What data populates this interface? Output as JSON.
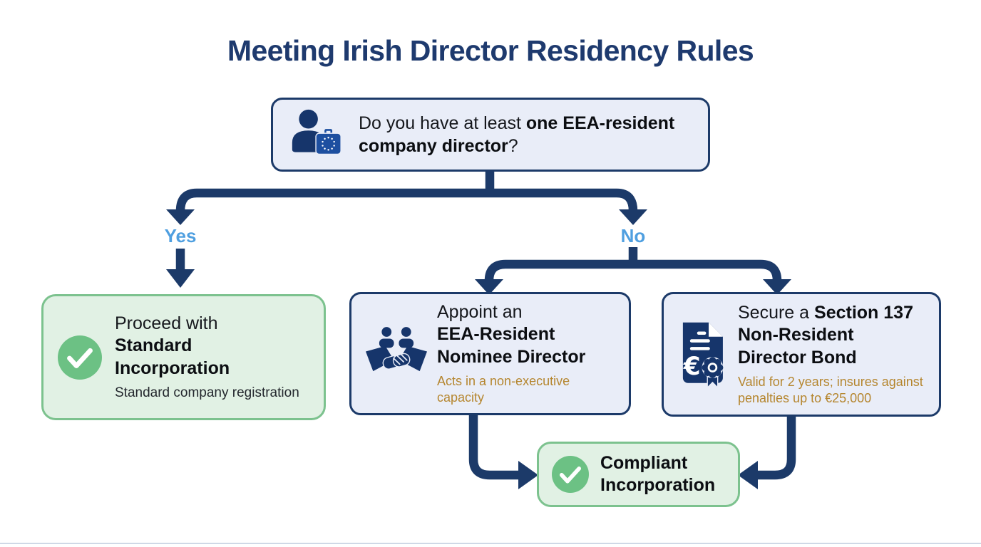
{
  "colors": {
    "navy": "#1c3a69",
    "title": "#1e3a6e",
    "branch_blue": "#4f9fe0",
    "amber": "#b5862f",
    "green": "#6cc184",
    "green_border": "#7cc28e",
    "green_bg": "#e1f1e4",
    "panel_bg": "#e9edf8",
    "panel_border": "#1c3a69",
    "bottom_line": "#cfd8e6"
  },
  "title": "Meeting Irish Director Residency Rules",
  "question": {
    "icon": "person-eu-briefcase-icon",
    "prefix": "Do you have at least ",
    "bold": "one EEA-resident\ncompany director",
    "suffix": "?"
  },
  "branches": {
    "yes": "Yes",
    "no": "No"
  },
  "cards": {
    "standard": {
      "icon": "check-circle-icon",
      "prefix": "Proceed with",
      "bold": "\nStandard\nIncorporation",
      "note": "Standard company registration"
    },
    "nominee": {
      "icon": "handshake-icon",
      "prefix": "Appoint an",
      "bold": "\nEEA-Resident\nNominee Director",
      "note": "Acts in a non-executive\ncapacity"
    },
    "bond": {
      "icon": "bond-document-icon",
      "prefix": "Secure a ",
      "bold": "Section 137\nNon-Resident\nDirector Bond",
      "note": "Valid for 2 years; insures against\npenalties up to €25,000"
    },
    "compliant": {
      "icon": "check-circle-icon",
      "bold": "Compliant\nIncorporation"
    }
  }
}
